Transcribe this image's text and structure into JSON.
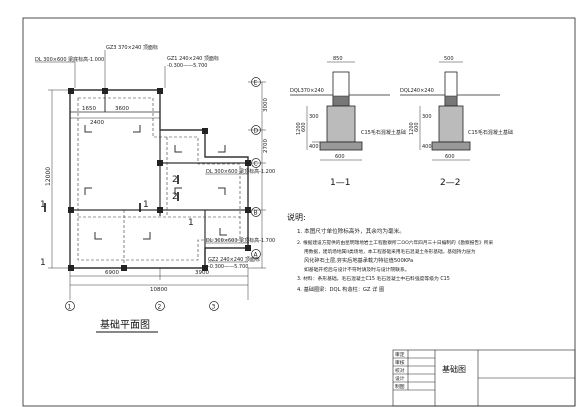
{
  "plan": {
    "title": "基础平面图",
    "beam_labels": {
      "gz3": "GZ3 370×240 顶面标",
      "gz1": "GZ1 240×240 顶面标",
      "gz1_elev": "-0.300——5.700",
      "gz2": "GZ2 240×240 顶面标",
      "gz2_elev": "-0.300——5.700",
      "dl_top": "DL 300×600 梁底标高-1.000",
      "dl_right": "DL 300×600 梁顶标高-1.200",
      "dl_bottom": "DL 300×600 梁顶标高-1.700"
    },
    "dims": {
      "d1650": "1650",
      "d3600": "3600",
      "d2400": "2400",
      "d3000": "3000",
      "d2700": "2700",
      "d12000": "12000",
      "d6900": "6900",
      "d3900": "3900",
      "d10800": "10800"
    },
    "axes": {
      "num1": "1",
      "num2": "2",
      "num3": "3",
      "a": "A",
      "b": "B",
      "c": "C",
      "d": "D",
      "e": "E"
    },
    "section_marks": {
      "s1_left": "1",
      "s1_right": "1",
      "s2a": "2",
      "s2b": "2",
      "s1c": "1",
      "s1d": "1"
    }
  },
  "sections": {
    "s11": {
      "title": "1—1",
      "dql": "DQL370×240",
      "d850": "850",
      "d300": "300",
      "d600": "600",
      "d400": "400",
      "d1200": "1200",
      "bottom": "600",
      "c15": "C15毛石混凝土基础"
    },
    "s22": {
      "title": "2—2",
      "dql": "DQL240×240",
      "d500": "500",
      "d300": "300",
      "d600": "600",
      "d400": "400",
      "d1200": "1200",
      "bottom": "600",
      "c15": "C15毛石混凝土基础"
    }
  },
  "notes": {
    "heading": "说明:",
    "n1": "1. 本图尺寸单位除标高外，其余均为毫米。",
    "n2a": "2.  根据建设方提供的由昆明瑞地岩土工程勘察所二OO六年四月三十日编制的《勘察报告》所采",
    "n2b": "用数据，建筑场地属II类场地，本工程基础采用毛石混凝土条形基础，基础持力层为",
    "n2c": "风化碎石土层,夯实后地基承载力特征值500KPa",
    "n2d": "如基础开挖后与设计不符时请及时与设计院联系。",
    "n3": "3. 材料：条形基础，毛石混凝土C15   毛石混凝土中石料强度等级为  C15",
    "n4": "4. 基础圈梁：DQL    构造柱：GZ      详  图"
  },
  "titleblock": {
    "rows": [
      "审定",
      "审核",
      "校对",
      "设计",
      "制图"
    ],
    "name": "基础图"
  }
}
